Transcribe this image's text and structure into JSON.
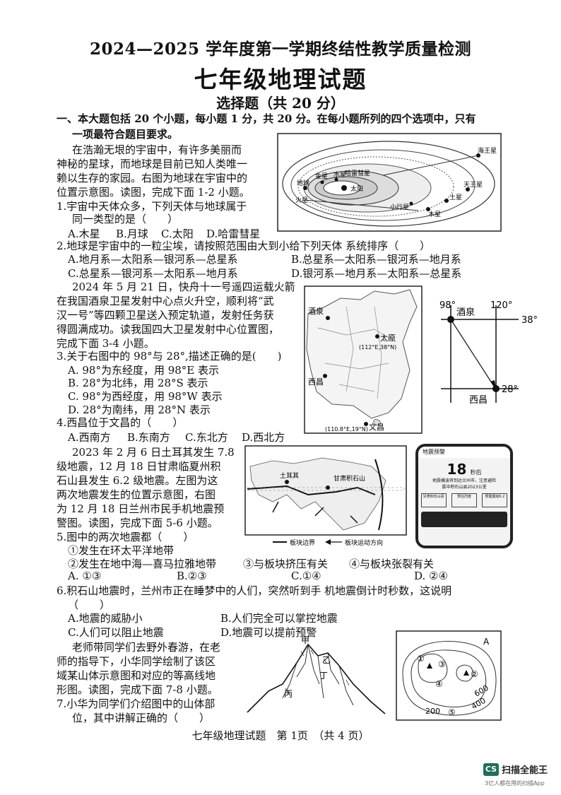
{
  "header": {
    "line1": "2024—2025 学年度第一学期终结性教学质量检测",
    "line2": "七年级地理试题",
    "line3": "选择题（共 20 分）"
  },
  "instructions": {
    "l1": "一、本大题包括 20 个小题，每小题 1 分，共 20 分。在每小题所列的四个选项中，只有",
    "l2": "一项最符合题目要求。"
  },
  "intro1": {
    "l1": "在浩瀚无垠的宇宙中，有许多美丽而",
    "l2": "神秘的星球，而地球是目前已知人类唯一",
    "l3": "赖以生存的家园。右图为地球在宇宙中的",
    "l4": "位置示意图。读图，完成下面 1-2 小题。"
  },
  "q1": {
    "stem1": "1.宇宙中天体众多，下列天体与地球属于",
    "stem2": "同一类型的是（　　）",
    "a": "A.木星",
    "b": "B.月球",
    "c": "C.太阳",
    "d": "D.哈雷彗星"
  },
  "q2": {
    "stem": "2.地球是宇宙中的一粒尘埃，请按照范围由大到小给下列天体  系统排序（　　）",
    "a": "A.地月系—太阳系—银河系—总星系",
    "b": "B.总星系—太阳系—银河系—地月系",
    "c": "C.总星系—银河系—太阳系—地月系",
    "d": "D.银河系—地月系—太阳系—总星系"
  },
  "solar_map": {
    "labels": [
      "地球",
      "金星",
      "水星",
      "哈雷彗星",
      "太阳",
      "火星",
      "小行星",
      "海王星",
      "天王星",
      "土星",
      "木星"
    ]
  },
  "intro2": {
    "l1": "2024 年 5 月 21 日，快舟十一号遥四运载火箭",
    "l2": "在我国酒泉卫星发射中心点火升空，顺利将“武",
    "l3": "汉一号”等四颗卫星送入预定轨道，发射任务获",
    "l4": "得圆满成功。读我国四大卫星发射中心位置图，",
    "l5": "完成下面 3-4 小题。"
  },
  "q3": {
    "stem": "3.关于右图中的 98°与 28°,描述正确的是(　　)",
    "a": "A. 98°为东经度，用 98°E 表示",
    "b": "B. 28°为北纬，用 28°S 表示",
    "c": "C. 98°为西经度，用 98°W 表示",
    "d": "D. 28°为南纬，用 28°N 表示"
  },
  "q4": {
    "stem": "4.西昌位于文昌的（　　）",
    "a": "A.西南方",
    "b": "B.东南方",
    "c": "C.东北方",
    "d": "D.西北方"
  },
  "china_map": {
    "jiuquan": "酒泉",
    "taiyuan": "太原",
    "taiyuan_coord": "(112°E,38°N)",
    "xichang": "西昌",
    "wenchang": "文昌",
    "wenchang_coord": "(110.8°E,19°N)"
  },
  "grid": {
    "lon_left": "98°",
    "lon_right": "120°",
    "lat_top": "38°",
    "lat_bottom": "28°",
    "jiuquan": "酒泉",
    "xichang": "西昌"
  },
  "intro3": {
    "l1": "2023 年 2 月 6 日土耳其发生 7.8",
    "l2": "级地震，12 月 18 日甘肃临夏州积",
    "l3": "石山县发生 6.2 级地震。左图为这",
    "l4": "两次地震发生的位置示意图，右图",
    "l5": "为 12 月 18 日兰州市民手机地震预",
    "l6": "警图。读图，完成下面 5-6 小题。"
  },
  "q5": {
    "stem": "5.图中的两次地震都（　　）",
    "s1": "①发生在环太平洋地带",
    "s2": "②发生在地中海—喜马拉雅地带",
    "s3": "③与板块挤压有关",
    "s4": "④与板块张裂有关",
    "a": "A. ①③",
    "b": "B.②③",
    "c": "C.①④",
    "d": "D. ②④"
  },
  "quake_map": {
    "turkey": "土耳其",
    "jishishan": "甘肃积石山",
    "legend_boundary": "板块边界",
    "legend_motion": "板块运动方向"
  },
  "phone": {
    "header": "地震预警",
    "countdown": "18",
    "unit": "秒后",
    "msg1": "地震横波将到达兰州市，注意避险",
    "msg2": "震中积石山县2023公里",
    "box1": "甘肃积石山县",
    "box2": "预估烈度",
    "box3": "预警震级6.2"
  },
  "q6": {
    "stem": "6.积石山地震时，兰州市正在睡梦中的人们，突然听到手  机地震倒计时秒数，这说明",
    "paren": "（　　）",
    "a": "A.地震的威胁小",
    "b": "B.人们完全可以掌控地震",
    "c": "C.人们可以阻止地震",
    "d": "D.地震可以提前预警"
  },
  "intro4": {
    "l1": "老师带同学们去野外春游，在老",
    "l2": "师的指导下，小华同学绘制了该区",
    "l3": "域某山体示意图和对应的等高线地",
    "l4": "形图。读图，完成下面 7-8 小题。"
  },
  "q7": {
    "stem1": "7.小华为同学们介绍图中的山体部",
    "stem2": "位，其中讲解正确的（　　）"
  },
  "mountain": {
    "jia": "甲",
    "yi": "乙",
    "bing": "丙",
    "ding": "丁"
  },
  "contour": {
    "A": "A",
    "n1": "①",
    "n2": "②",
    "n3": "③",
    "n4": "④",
    "n5": "⑤",
    "v200": "200",
    "v400": "400",
    "v600": "600"
  },
  "footer": {
    "text": "七年级地理试题　第 1页　（共 4 页）"
  },
  "scanner": {
    "badge": "CS",
    "name": "扫描全能王",
    "sub": "3亿人都在用的扫描App"
  }
}
